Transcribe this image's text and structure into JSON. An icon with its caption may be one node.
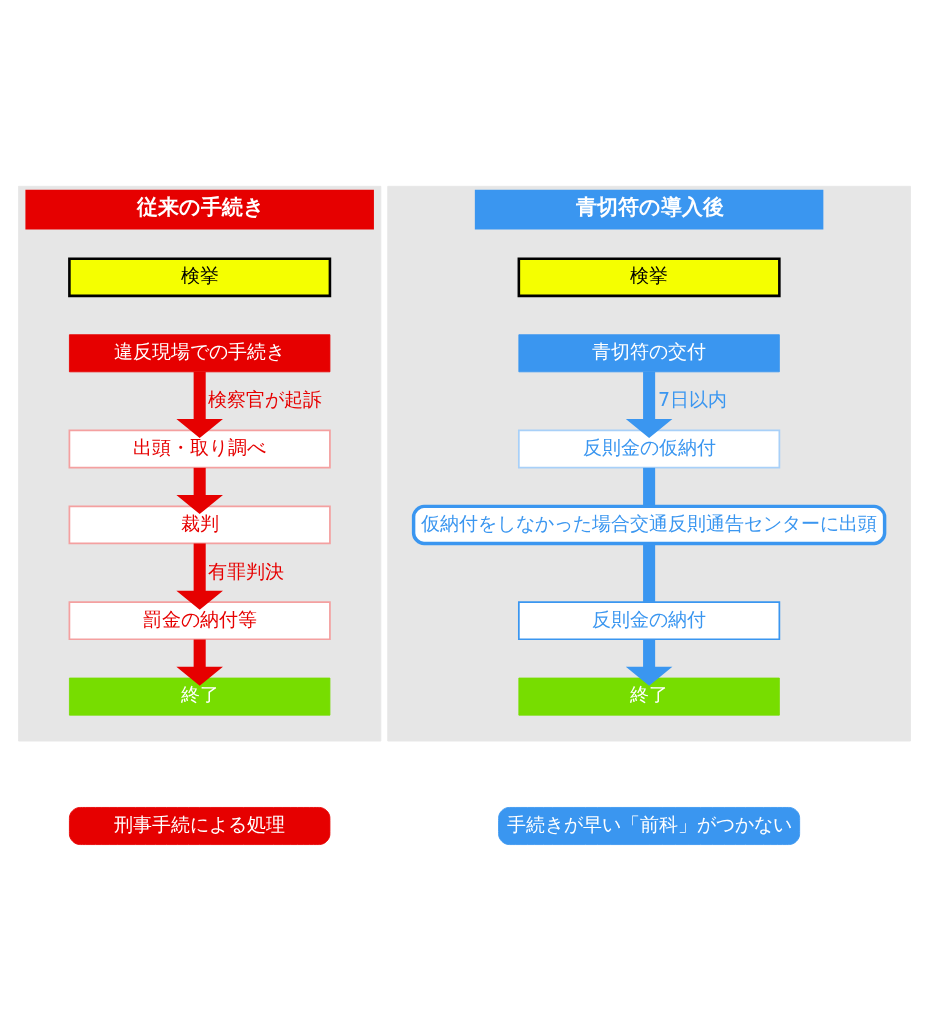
{
  "diagram": {
    "nodes": [
      {
        "text": [
          "従来の手続き"
        ]
      },
      {
        "text": [
          "検挙"
        ],
        "in": 0
      },
      {
        "text": [
          "違反現場での手続き"
        ],
        "in": 0
      },
      {
        "text": [
          "出頭・取り調べ"
        ],
        "in": 0
      },
      {
        "text": [
          "裁判"
        ],
        "in": 0
      },
      {
        "text": [
          "罰金の納付等"
        ],
        "in": 0
      },
      {
        "text": [
          "終了"
        ],
        "in": 0
      },
      {
        "text": [
          "青切符の導入後"
        ]
      },
      {
        "text": [
          "検挙"
        ],
        "in": 7
      },
      {
        "text": [
          "青切符の交付"
        ],
        "in": 7
      },
      {
        "text": [
          "反則金の仮納付"
        ],
        "in": 7
      },
      {
        "text": [
          "仮納付をしなかった場合交通反則通告センターに出頭"
        ],
        "in": 7
      },
      {
        "text": [
          "反則金の納付"
        ],
        "in": 7
      },
      {
        "text": [
          "終了"
        ],
        "in": 7
      },
      {
        "text": [
          "刑事手続による処理"
        ]
      },
      {
        "text": [
          "手続きが早い「前科」がつかない"
        ]
      }
    ],
    "edges": [
      {
        "from": 2,
        "to": 3,
        "arrow": "to",
        "label": "検察官が起訴",
        "color": "#e60000"
      },
      {
        "from": 3,
        "to": 4,
        "arrow": "to",
        "color": "#e60000"
      },
      {
        "from": 4,
        "to": 5,
        "arrow": "to",
        "label": "有罪判決",
        "color": "#e60000"
      },
      {
        "from": 5,
        "to": 6,
        "arrow": "to",
        "color": "#e60000"
      },
      {
        "from": 9,
        "to": 10,
        "arrow": "to",
        "label": "7日以内",
        "color": "#3a96f0"
      },
      {
        "from": 10,
        "to": 11,
        "arrow": "none",
        "color": "#3a96f0"
      },
      {
        "from": 11,
        "to": 12,
        "arrow": "none",
        "color": "#3a96f0"
      },
      {
        "from": 12,
        "to": 13,
        "arrow": "to",
        "color": "#3a96f0"
      }
    ]
  }
}
